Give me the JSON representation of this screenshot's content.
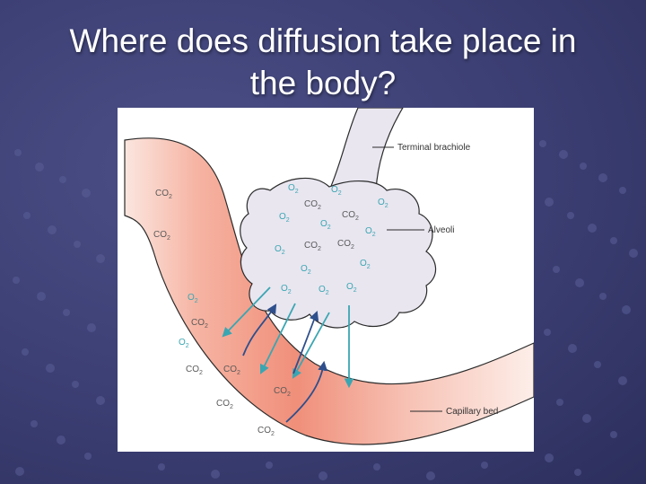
{
  "slide": {
    "title_line1": "Where does diffusion take place in",
    "title_line2": "the body?"
  },
  "diagram": {
    "labels": {
      "terminal": "Terminal brachiole",
      "alveoli": "Alveoli",
      "capillary": "Capillary bed"
    },
    "molecules": {
      "co2": "CO",
      "o2": "O",
      "subscript": "2"
    }
  },
  "colors": {
    "background": "#3b3e72",
    "alveolus_fill": "#e9e6f0",
    "capillary_fill": "#f29a86",
    "o2_arrow": "#3aa6b2",
    "co2_arrow": "#2e4f8c"
  }
}
